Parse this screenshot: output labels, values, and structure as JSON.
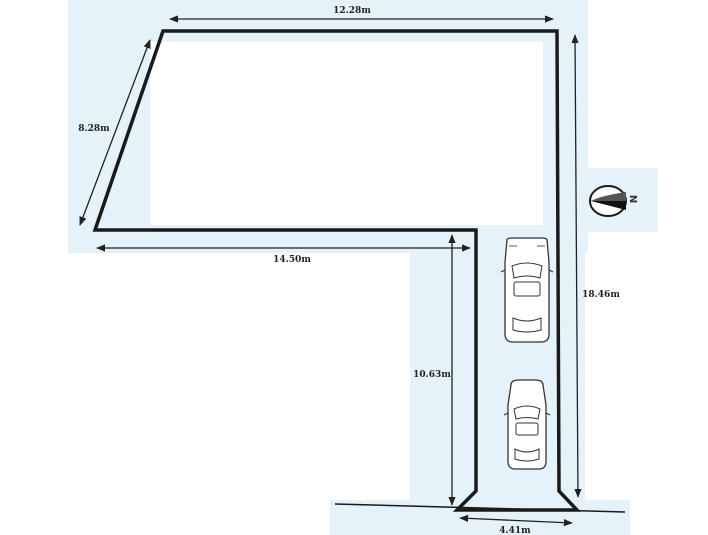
{
  "dimensions": {
    "top": "12.28m",
    "left": "8.28m",
    "middle": "14.50m",
    "right": "18.46m",
    "driveway": "10.63m",
    "bottom": "4.41m"
  },
  "compass": {
    "letter": "N"
  },
  "colors": {
    "background_tint": "#e6f2fa",
    "boundary": "#1a1a1a",
    "dimension_line": "#222222"
  }
}
